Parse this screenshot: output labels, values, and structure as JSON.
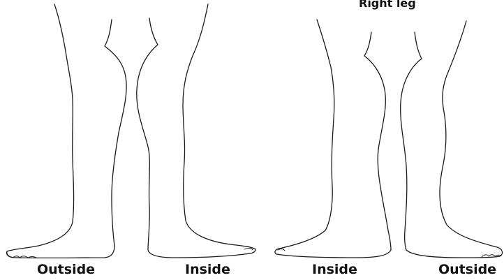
{
  "figure": {
    "right_heading": "Right leg",
    "labels": {
      "left_outside": "Outside",
      "left_inside": "Inside",
      "right_inside": "Inside",
      "right_outside": "Outside"
    }
  }
}
